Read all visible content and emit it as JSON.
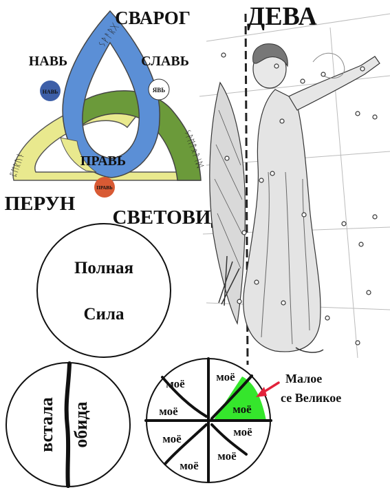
{
  "triquetra": {
    "top_label": "СВАРОГ",
    "left_label": "НАВЬ",
    "right_label": "СЛАВЬ",
    "center_label": "ПРАВЬ",
    "bottom_left_label": "ПЕРУН",
    "bottom_right_label": "СВЕТОВИД",
    "badge_nav": "НАВЬ",
    "badge_slav": "ЯВЬ",
    "badge_prav": "ПРАВЬ",
    "runes_blue": "ᛊᚹᚨᚱᚷ",
    "runes_yellow": "ᛈᛖᚱᚢᚾ",
    "runes_green": "ᛊᚹᛖᛏᛟᚹᛁᛞ"
  },
  "constellation": {
    "title": "ДЕВА"
  },
  "circle_power": {
    "line1": "Полная",
    "line2": "Сила"
  },
  "circle_split": {
    "left_text": "встала",
    "right_text": "обида"
  },
  "circle_mine": {
    "sector_word": "моё",
    "callout": "Малое",
    "callout_line2": "се Великое"
  },
  "colors": {
    "blue": "#5b8fd6",
    "yellow": "#e9e98e",
    "green": "#6b9a3a",
    "badge_blue": "#3d5fa8",
    "badge_red": "#d85a34",
    "highlight_green": "#35e62c",
    "arrow_red": "#e2223b"
  }
}
